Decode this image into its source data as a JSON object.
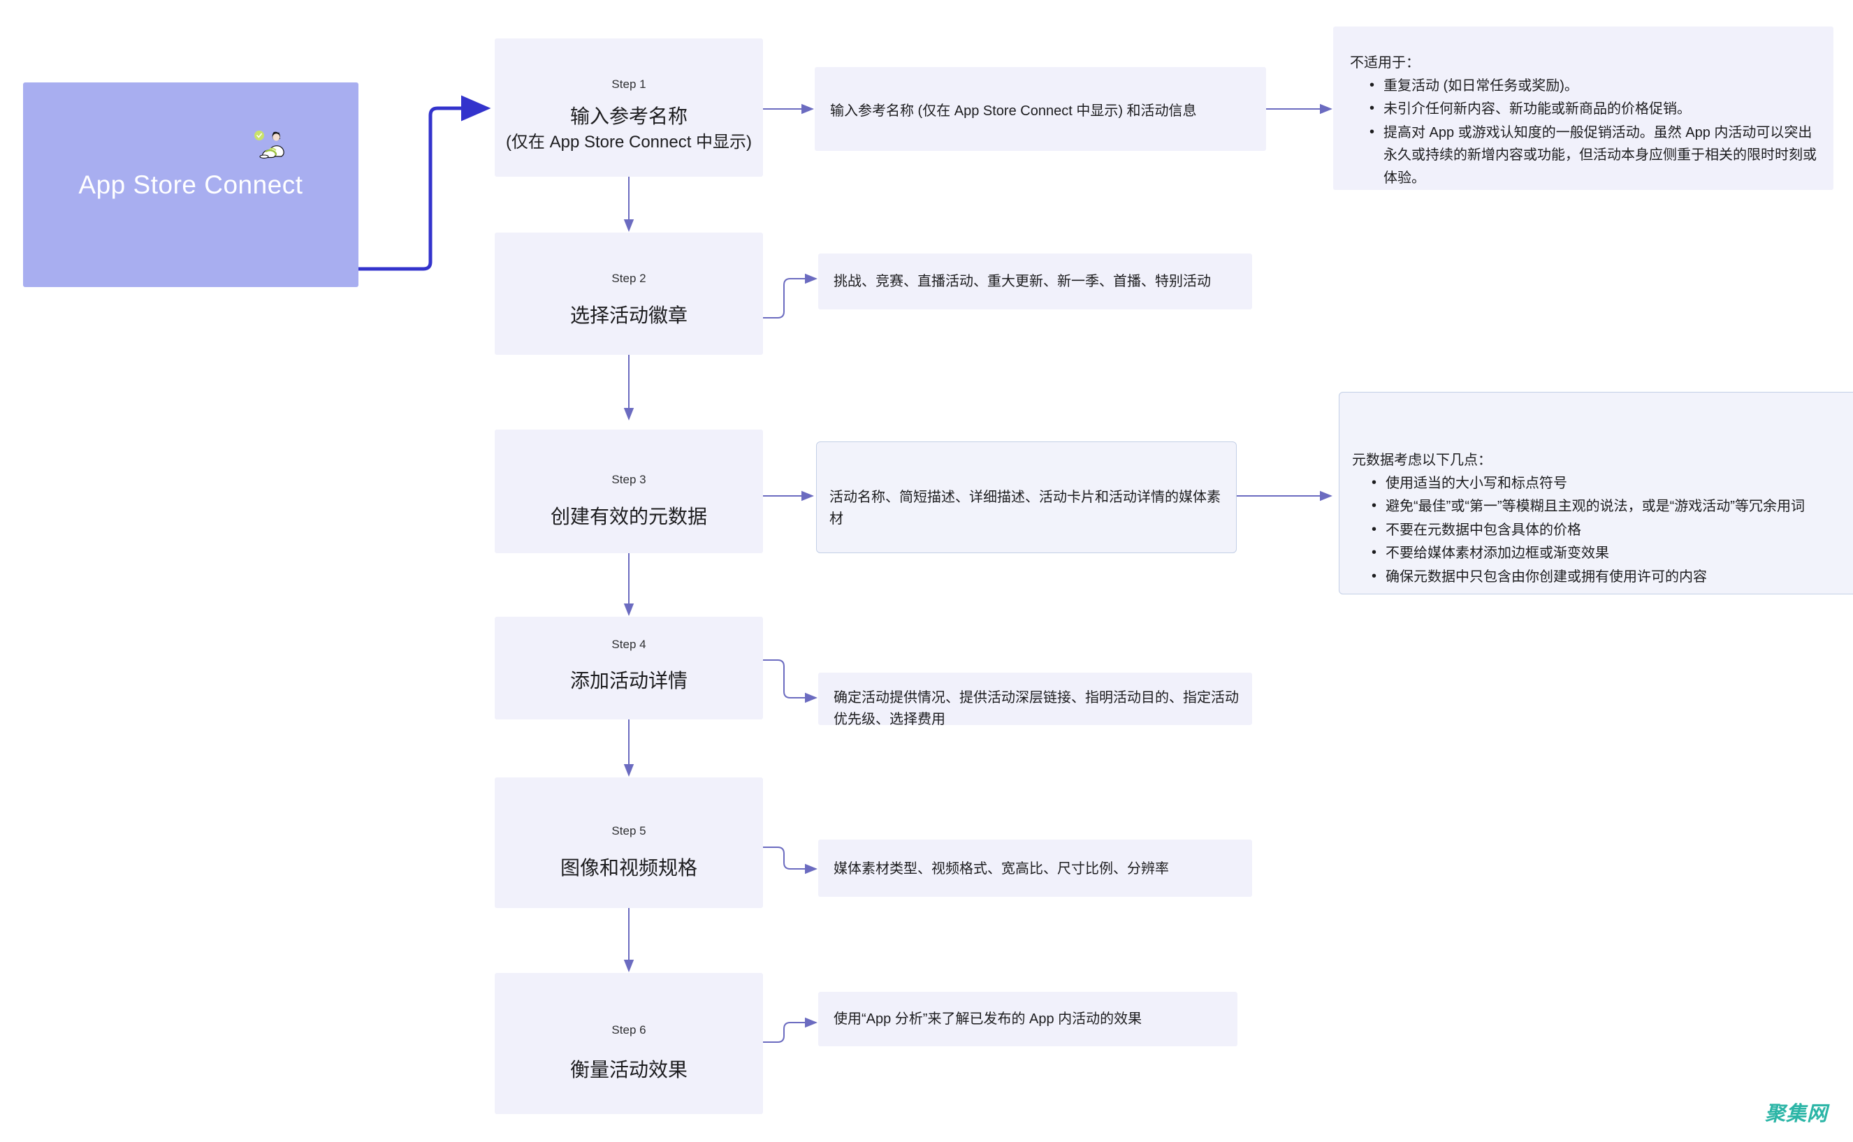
{
  "root": {
    "title": "App Store Connect",
    "illustration_icon": "person-with-badge-illustration",
    "color": "#a8aef0"
  },
  "theme": {
    "step_fill": "#f1f1fb",
    "anno_fill": "#f1f1fb",
    "anno_border": "#c3cfe6",
    "main_connector": "#3333cc",
    "thin_connector": "#6b6bc0",
    "watermark_color": "#2bb5a6"
  },
  "steps": [
    {
      "kicker": "Step 1",
      "title": "输入参考名称",
      "subtitle": "(仅在 App Store Connect 中显示)"
    },
    {
      "kicker": "Step 2",
      "title": "选择活动徽章",
      "subtitle": ""
    },
    {
      "kicker": "Step 3",
      "title": "创建有效的元数据",
      "subtitle": ""
    },
    {
      "kicker": "Step 4",
      "title": "添加活动详情",
      "subtitle": ""
    },
    {
      "kicker": "Step 5",
      "title": "图像和视频规格",
      "subtitle": ""
    },
    {
      "kicker": "Step 6",
      "title": "衡量活动效果",
      "subtitle": ""
    }
  ],
  "annotations": {
    "step1": "输入参考名称 (仅在 App Store Connect 中显示) 和活动信息",
    "step2": "挑战、竞赛、直播活动、重大更新、新一季、首播、特别活动",
    "step3": "活动名称、简短描述、详细描述、活动卡片和活动详情的媒体素材",
    "step4": "确定活动提供情况、提供活动深层链接、指明活动目的、指定活动优先级、选择费用",
    "step5": "媒体素材类型、视频格式、宽高比、尺寸比例、分辨率",
    "step6": "使用“App 分析”来了解已发布的 App 内活动的效果"
  },
  "notes": {
    "not_applicable": {
      "heading": "不适用于：",
      "items": [
        "重复活动 (如日常任务或奖励)。",
        "未引介任何新内容、新功能或新商品的价格促销。",
        "提高对 App 或游戏认知度的一般促销活动。虽然 App 内活动可以突出永久或持续的新增内容或功能，但活动本身应侧重于相关的限时时刻或体验。"
      ]
    },
    "metadata_tips": {
      "heading": "元数据考虑以下几点：",
      "items": [
        "使用适当的大小写和标点符号",
        "避免“最佳”或“第一”等模糊且主观的说法，或是“游戏活动”等冗余用词",
        "不要在元数据中包含具体的价格",
        "不要给媒体素材添加边框或渐变效果",
        "确保元数据中只包含由你创建或拥有使用许可的内容"
      ]
    }
  },
  "watermark": {
    "text": "聚集网"
  }
}
